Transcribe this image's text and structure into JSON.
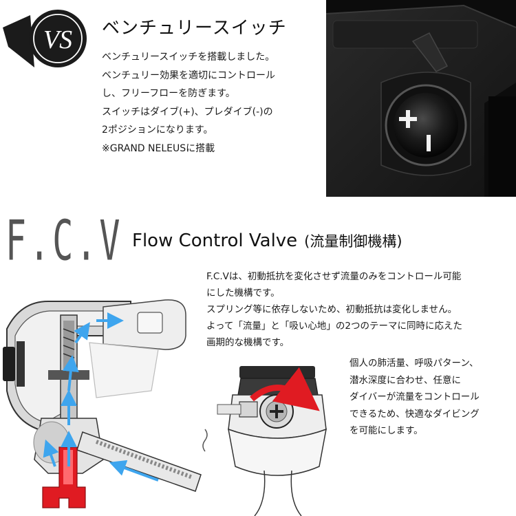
{
  "vs_section": {
    "badge": "VS",
    "title": "ベンチュリースイッチ",
    "body": [
      "ベンチュリースイッチを搭載しました。",
      "ベンチュリー効果を適切にコントロール",
      "し、フリーフローを防ぎます。",
      "スイッチはダイブ(+)、プレダイブ(-)の",
      "2ポジションになります。",
      "※GRAND NELEUSに搭載"
    ],
    "switch_plus": "+",
    "switch_minus": "-"
  },
  "fcv_section": {
    "logo": "F.C.V",
    "title": "Flow Control Valve",
    "subtitle": "(流量制御機構)",
    "body": [
      "F.C.Vは、初動抵抗を変化させず流量のみをコントロール可能",
      "にした機構です。",
      "スプリング等に依存しないため、初動抵抗は変化しません。",
      "よって「流量」と「吸い心地」の2つのテーマに同時に応えた",
      "画期的な機構です。"
    ],
    "body2": [
      "個人の肺活量、呼吸パターン、",
      "潜水深度に合わせ、任意に",
      "ダイバーが流量をコントロール",
      "できるため、快適なダイビング",
      "を可能にします。"
    ]
  },
  "colors": {
    "arrow": "#3ea5ee",
    "accent_red": "#e01b22",
    "photo_bg": "#0c0c0c"
  }
}
